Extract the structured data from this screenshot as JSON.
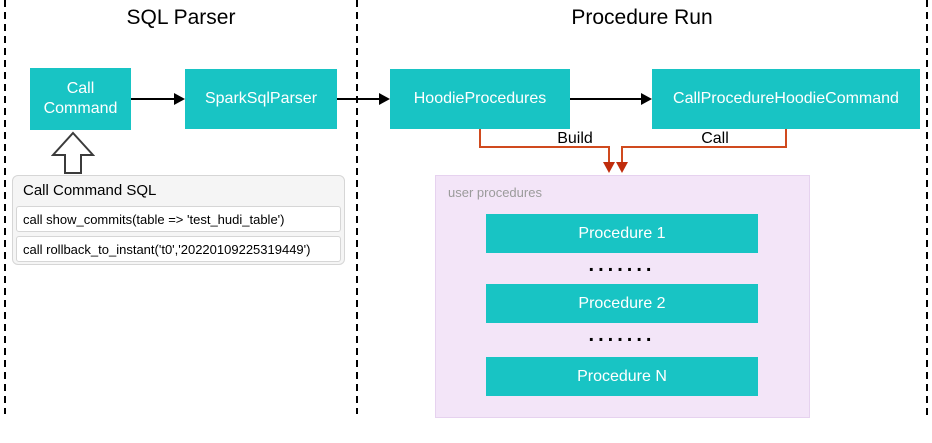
{
  "sections": [
    {
      "title": "SQL Parser"
    },
    {
      "title": "Procedure Run"
    }
  ],
  "nodes": {
    "call_command": "Call Command",
    "spark_sql_parser": "SparkSqlParser",
    "hoodie_procedures": "HoodieProcedures",
    "call_procedure_hoodie_command": "CallProcedureHoodieCommand"
  },
  "edges": {
    "build_label": "Build",
    "call_label": "Call"
  },
  "sql_panel": {
    "title": "Call Command SQL",
    "statements": [
      "call show_commits(table => 'test_hudi_table')",
      "call rollback_to_instant('t0','20220109225319449')"
    ]
  },
  "procedures_panel": {
    "label": "user procedures",
    "items": [
      "Procedure 1",
      "Procedure 2",
      "Procedure N"
    ],
    "separator": "......."
  },
  "colors": {
    "teal": "#18c4c4",
    "orange": "#d04a1e",
    "arrow_red": "#c02c0c",
    "pink": "#f3e5f8",
    "pink_border": "#e6d2ef",
    "gray_label": "#9b9b9b",
    "panel_bg": "#f5f5f5",
    "panel_border": "#d6d6d6"
  }
}
